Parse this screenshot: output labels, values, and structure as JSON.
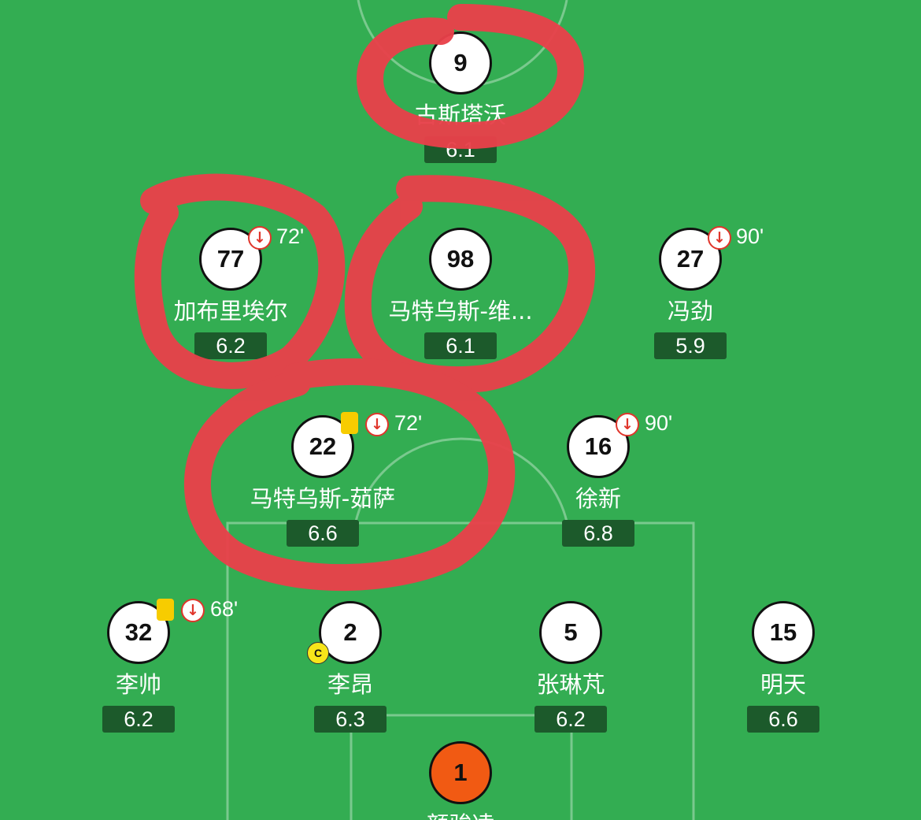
{
  "colors": {
    "pitch": "#33ad52",
    "rating_bg": "#1c5a2b",
    "keeper_jersey": "#f15a13",
    "sub_icon": "#e0352b",
    "yellow_card": "#f7cc00",
    "marker": "#e8414a"
  },
  "icons": {
    "substitution": "sub-off-arrow-icon",
    "booking": "yellow-card-icon",
    "captain": "captain-badge-icon"
  },
  "players": [
    {
      "number": "9",
      "name": "古斯塔沃",
      "rating": "6.1"
    },
    {
      "number": "77",
      "name": "加布里埃尔",
      "rating": "6.2",
      "sub_minute": "72'"
    },
    {
      "number": "98",
      "name": "马特乌斯-维...",
      "rating": "6.1"
    },
    {
      "number": "27",
      "name": "冯劲",
      "rating": "5.9",
      "sub_minute": "90'"
    },
    {
      "number": "22",
      "name": "马特乌斯-茹萨",
      "rating": "6.6",
      "sub_minute": "72'",
      "yellow_card": true
    },
    {
      "number": "16",
      "name": "徐新",
      "rating": "6.8",
      "sub_minute": "90'"
    },
    {
      "number": "32",
      "name": "李帅",
      "rating": "6.2",
      "sub_minute": "68'",
      "yellow_card": true
    },
    {
      "number": "2",
      "name": "李昂",
      "rating": "6.3",
      "captain_badge": "C"
    },
    {
      "number": "5",
      "name": "张琳芃",
      "rating": "6.2"
    },
    {
      "number": "15",
      "name": "明天",
      "rating": "6.6"
    },
    {
      "number": "1",
      "name": "颜骏凌",
      "goalkeeper": true
    }
  ]
}
